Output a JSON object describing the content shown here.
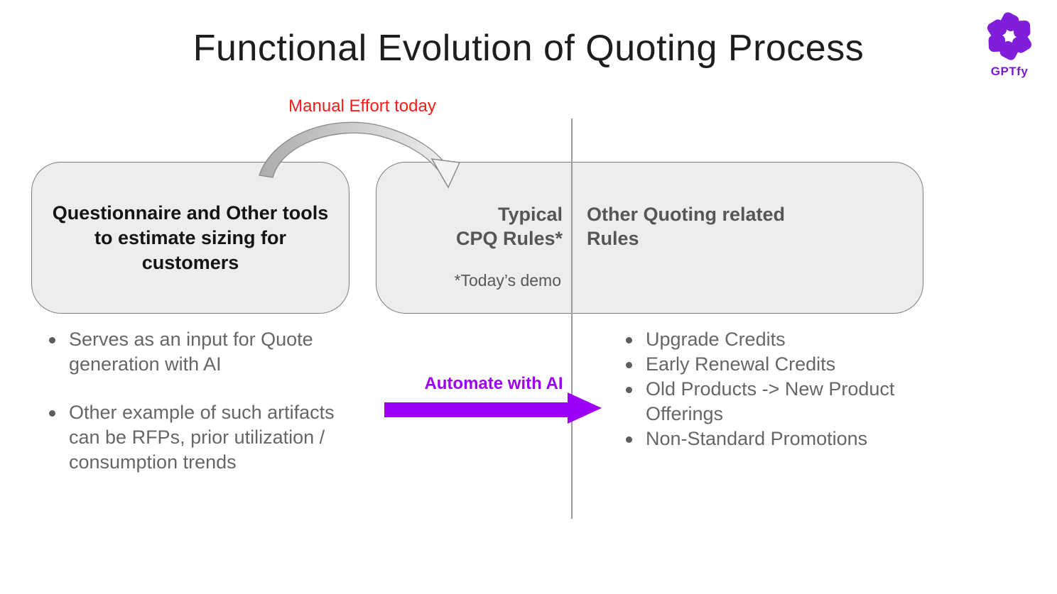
{
  "title": "Functional Evolution of Quoting Process",
  "logo": {
    "text": "GPTfy",
    "icon": "pinwheel-icon"
  },
  "annotations": {
    "manual_effort_label": "Manual Effort today",
    "automate_label": "Automate with AI"
  },
  "boxes": {
    "left": {
      "text": "Questionnaire and Other tools to estimate sizing for customers"
    },
    "right": {
      "col1_heading_line1": "Typical",
      "col1_heading_line2": "CPQ Rules*",
      "col1_note": "*Today’s demo",
      "col2_heading": "Other Quoting related Rules"
    }
  },
  "bullets": {
    "left": [
      "Serves as an input for Quote generation with AI",
      "Other example of such artifacts can be RFPs, prior utilization / consumption trends"
    ],
    "right": [
      "Upgrade Credits",
      "Early Renewal Credits",
      "Old Products -> New Product Offerings",
      "Non-Standard Promotions"
    ]
  },
  "colors": {
    "brand_purple": "#7a1bce",
    "arrow_purple": "#9c00f7",
    "alert_red": "#fb1a1a",
    "box_fill": "#ededed",
    "box_border": "#7e7e7e",
    "heading_gray": "#565656",
    "bullet_gray": "#666666"
  }
}
